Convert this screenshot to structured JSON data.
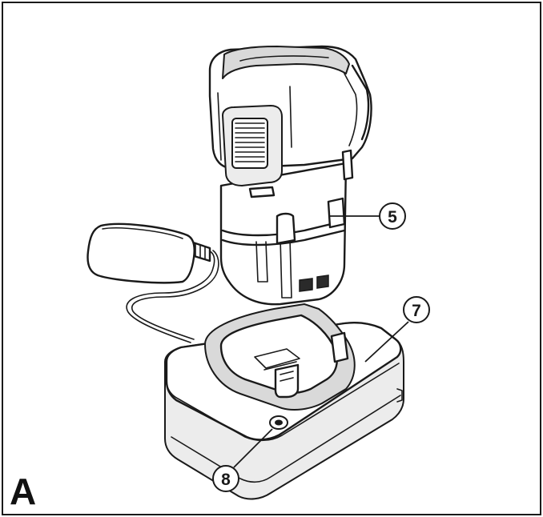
{
  "figure": {
    "panel_label": "A",
    "callouts": [
      {
        "id": "battery",
        "number": "5"
      },
      {
        "id": "charger-base",
        "number": "7"
      },
      {
        "id": "indicator-led",
        "number": "8"
      }
    ]
  }
}
